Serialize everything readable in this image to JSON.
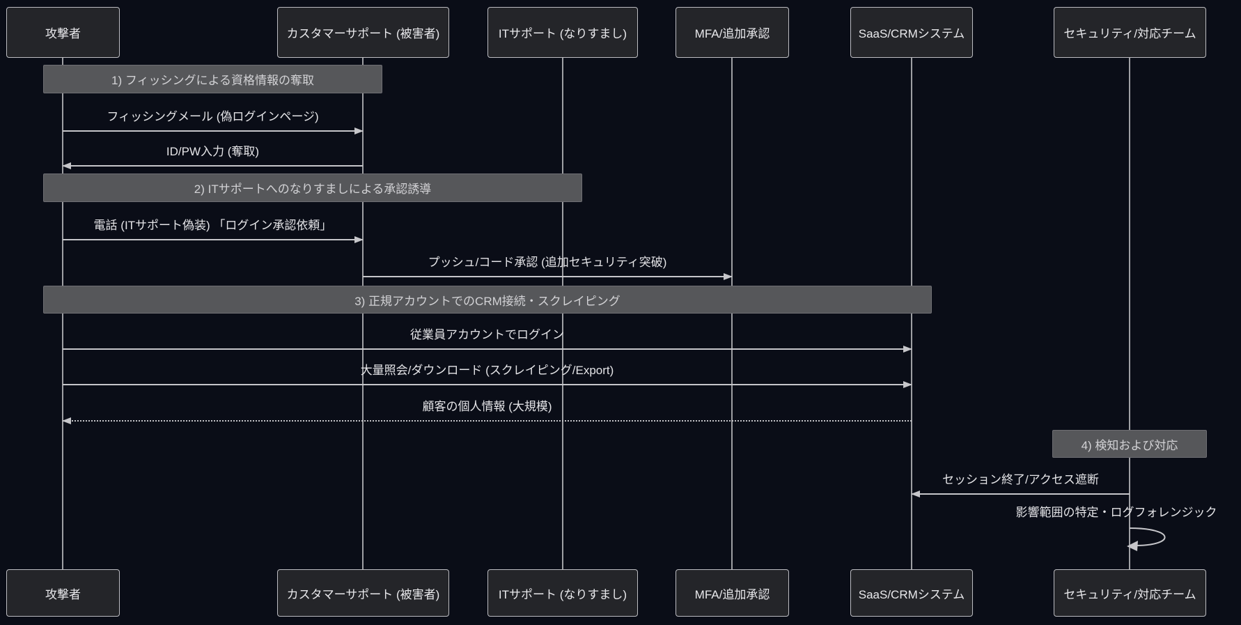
{
  "diagram_type": "sequence-diagram",
  "theme": {
    "background": "#0a0d17",
    "actor_fill": "#242529",
    "actor_border": "#bdbdc2",
    "actor_text": "#e9e9ec",
    "note_fill": "#56575a",
    "note_text": "#d2d2d5",
    "lifeline_color": "#9fa0a4",
    "arrow_color": "#c6c6ca",
    "message_text": "#e4e4e7"
  },
  "actors": [
    {
      "label": "攻撃者"
    },
    {
      "label": "カスタマーサポート (被害者)"
    },
    {
      "label": "ITサポート (なりすまし)"
    },
    {
      "label": "MFA/追加承認"
    },
    {
      "label": "SaaS/CRMシステム"
    },
    {
      "label": "セキュリティ/対応チーム"
    }
  ],
  "notes": [
    {
      "over": [
        "攻撃者",
        "カスタマーサポート (被害者)"
      ],
      "label": "1) フィッシングによる資格情報の奪取"
    },
    {
      "over": [
        "攻撃者",
        "ITサポート (なりすまし)"
      ],
      "label": "2) ITサポートへのなりすましによる承認誘導"
    },
    {
      "over": [
        "攻撃者",
        "SaaS/CRMシステム"
      ],
      "label": "3) 正規アカウントでのCRM接続・スクレイピング"
    },
    {
      "over": [
        "セキュリティ/対応チーム"
      ],
      "label": "4) 検知および対応"
    }
  ],
  "messages": [
    {
      "from": "攻撃者",
      "to": "カスタマーサポート (被害者)",
      "label": "フィッシングメール (偽ログインページ)",
      "line": "solid"
    },
    {
      "from": "カスタマーサポート (被害者)",
      "to": "攻撃者",
      "label": "ID/PW入力 (奪取)",
      "line": "solid"
    },
    {
      "from": "攻撃者",
      "to": "カスタマーサポート (被害者)",
      "label": "電話 (ITサポート偽装) 「ログイン承認依頼」",
      "line": "solid"
    },
    {
      "from": "カスタマーサポート (被害者)",
      "to": "MFA/追加承認",
      "label": "プッシュ/コード承認 (追加セキュリティ突破)",
      "line": "solid"
    },
    {
      "from": "攻撃者",
      "to": "SaaS/CRMシステム",
      "label": "従業員アカウントでログイン",
      "line": "solid"
    },
    {
      "from": "攻撃者",
      "to": "SaaS/CRMシステム",
      "label": "大量照会/ダウンロード (スクレイピング/Export)",
      "line": "solid"
    },
    {
      "from": "SaaS/CRMシステム",
      "to": "攻撃者",
      "label": "顧客の個人情報 (大規模)",
      "line": "dotted"
    },
    {
      "from": "セキュリティ/対応チーム",
      "to": "SaaS/CRMシステム",
      "label": "セッション終了/アクセス遮断",
      "line": "solid"
    },
    {
      "from": "セキュリティ/対応チーム",
      "to": "セキュリティ/対応チーム",
      "label": "影響範囲の特定・ログフォレンジック",
      "line": "self"
    }
  ]
}
